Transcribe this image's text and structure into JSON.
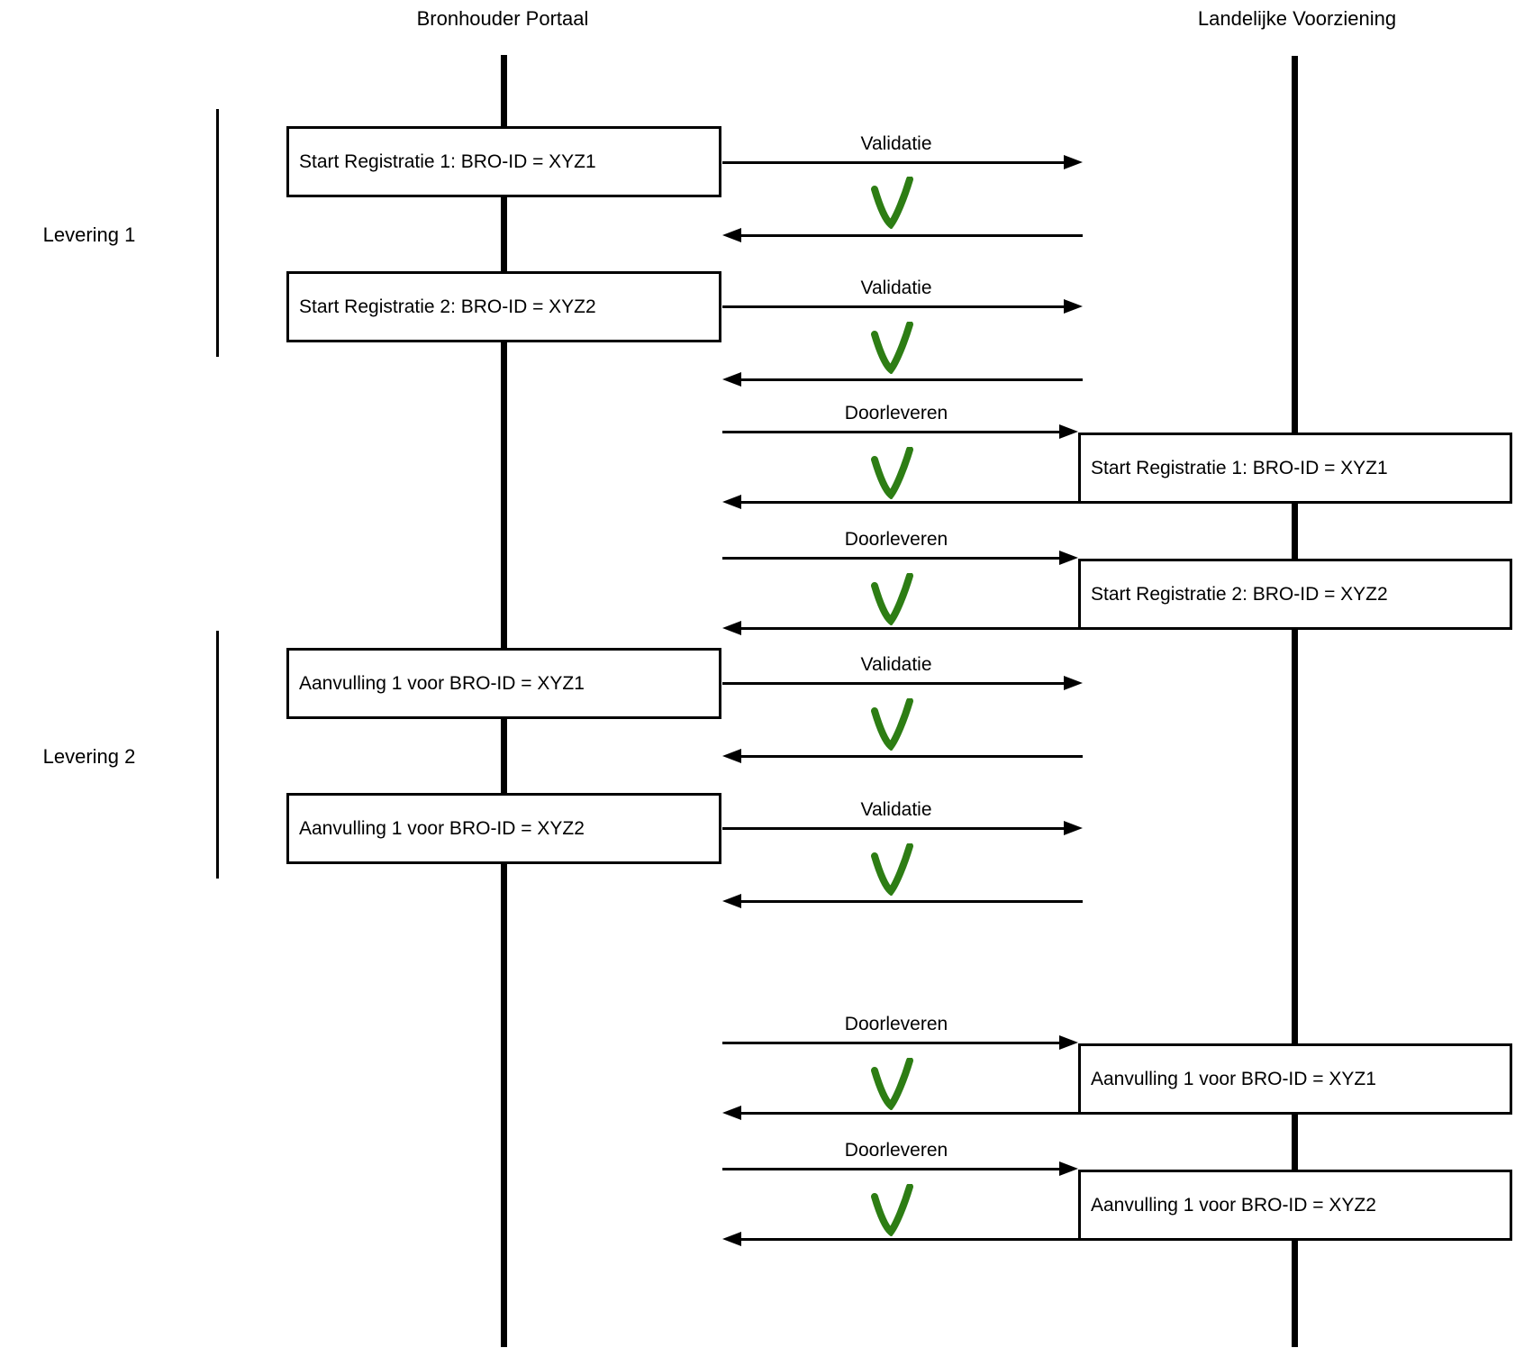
{
  "actors": {
    "left": "Bronhouder Portaal",
    "right": "Landelijke Voorziening"
  },
  "groups": [
    {
      "label": "Levering 1"
    },
    {
      "label": "Levering 2"
    }
  ],
  "labels": {
    "validatie": "Validatie",
    "doorleveren": "Doorleveren"
  },
  "left_boxes": [
    "Start Registratie 1: BRO-ID = XYZ1",
    "Start Registratie 2: BRO-ID = XYZ2",
    "Aanvulling 1 voor BRO-ID = XYZ1",
    "Aanvulling 1 voor BRO-ID = XYZ2"
  ],
  "right_boxes": [
    "Start Registratie 1: BRO-ID = XYZ1",
    "Start Registratie 2: BRO-ID = XYZ2",
    "Aanvulling 1 voor BRO-ID = XYZ1",
    "Aanvulling 1 voor BRO-ID = XYZ2"
  ],
  "flows": [
    {
      "group": "Levering 1",
      "message": "Start Registratie 1: BRO-ID = XYZ1",
      "action": "Validatie",
      "result": "check"
    },
    {
      "group": "Levering 1",
      "message": "Start Registratie 2: BRO-ID = XYZ2",
      "action": "Validatie",
      "result": "check"
    },
    {
      "group": "Levering 1",
      "message": "Start Registratie 1: BRO-ID = XYZ1",
      "action": "Doorleveren",
      "result": "check"
    },
    {
      "group": "Levering 1",
      "message": "Start Registratie 2: BRO-ID = XYZ2",
      "action": "Doorleveren",
      "result": "check"
    },
    {
      "group": "Levering 2",
      "message": "Aanvulling 1 voor BRO-ID = XYZ1",
      "action": "Validatie",
      "result": "check"
    },
    {
      "group": "Levering 2",
      "message": "Aanvulling 1 voor BRO-ID = XYZ2",
      "action": "Validatie",
      "result": "check"
    },
    {
      "group": "Levering 2",
      "message": "Aanvulling 1 voor BRO-ID = XYZ1",
      "action": "Doorleveren",
      "result": "check"
    },
    {
      "group": "Levering 2",
      "message": "Aanvulling 1 voor BRO-ID = XYZ2",
      "action": "Doorleveren",
      "result": "check"
    }
  ],
  "colors": {
    "check_green": "#2d7d14",
    "line_black": "#000000",
    "background": "#ffffff"
  }
}
